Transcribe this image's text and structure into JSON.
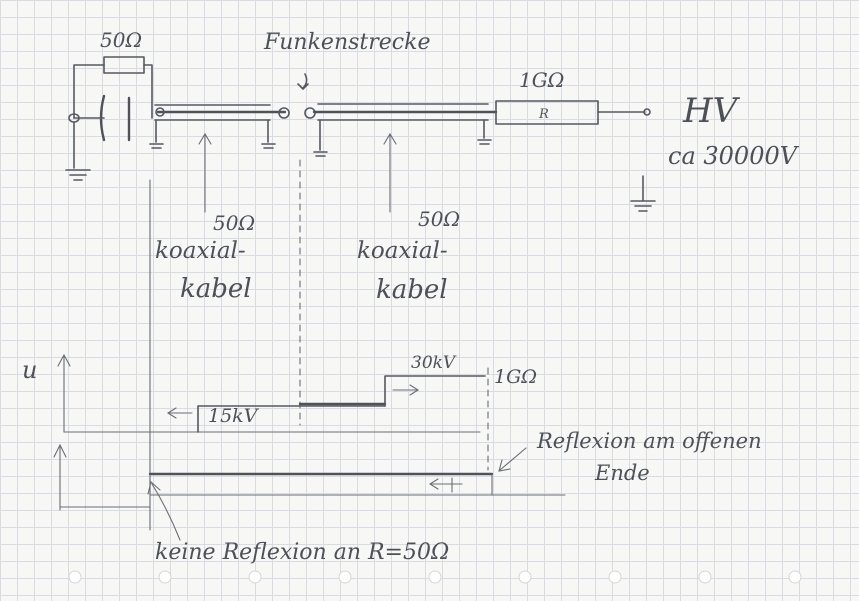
{
  "labels": {
    "resistor_top": "50Ω",
    "spark_gap": "Funkenstrecke",
    "resistor_main": "1GΩ",
    "resistor_symbol": "R",
    "hv": "HV",
    "voltage": "ca 30000V",
    "cable1_impedance": "50Ω",
    "cable1_line1": "koaxial-",
    "cable1_line2": "kabel",
    "cable2_impedance": "50Ω",
    "cable2_line1": "koaxial-",
    "cable2_line2": "kabel",
    "axis_u": "u",
    "pulse_30kv": "30kV",
    "pulse_1gohm": "1GΩ",
    "pulse_15kv": "15kV",
    "reflection_open_line1": "Reflexion am offenen",
    "reflection_open_line2": "Ende",
    "no_reflection": "keine Reflexion an R=50Ω"
  }
}
